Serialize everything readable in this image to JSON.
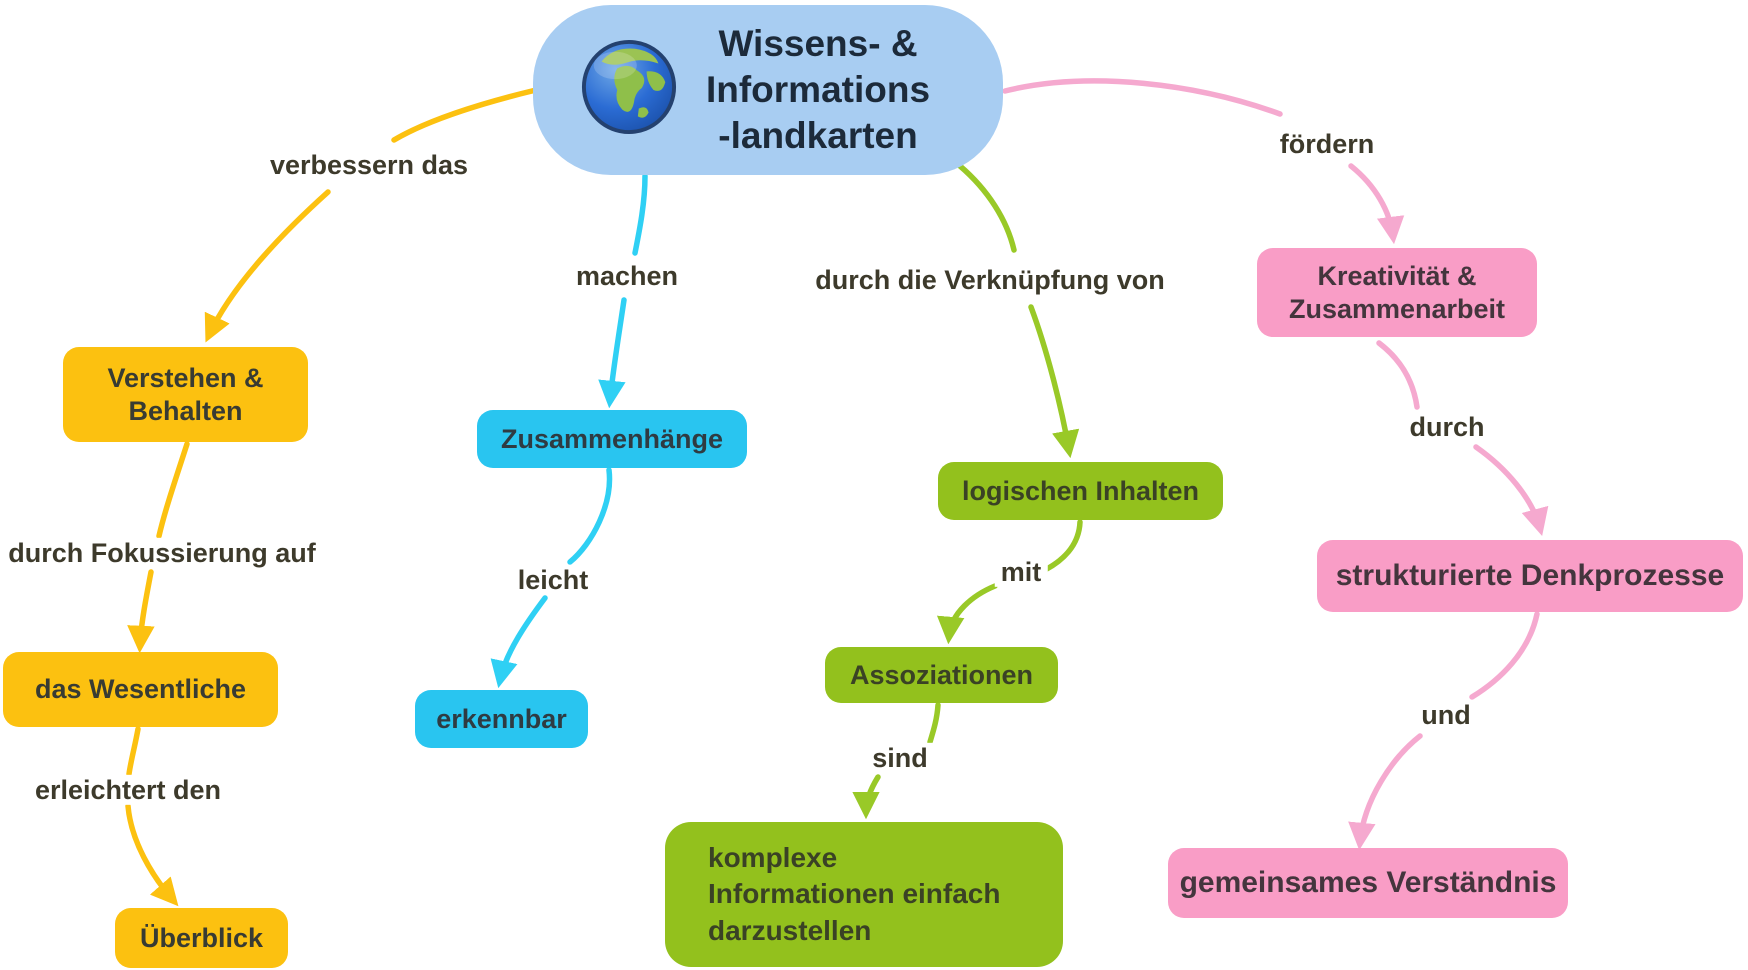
{
  "central": {
    "text": "Wissens- &\nInformations\n-landkarten",
    "icon": "globe-icon"
  },
  "nodes": {
    "verstehen": "Verstehen &\nBehalten",
    "wesentliche": "das Wesentliche",
    "ueberblick": "Überblick",
    "zusammenhaenge": "Zusammenhänge",
    "erkennbar": "erkennbar",
    "logischen": "logischen Inhalten",
    "assoziationen": "Assoziationen",
    "komplexe": "komplexe\nInformationen einfach\ndarzustellen",
    "kreativitaet": "Kreativität &\nZusammenarbeit",
    "strukturierte": "strukturierte Denkprozesse",
    "gemeinsames": "gemeinsames Verständnis"
  },
  "edge_labels": {
    "verbessern": "verbessern das",
    "machen": "machen",
    "verknuepfung": "durch die Verknüpfung von",
    "foerdern": "fördern",
    "fokussierung": "durch Fokussierung auf",
    "erleichtert": "erleichtert den",
    "leicht": "leicht",
    "mit": "mit",
    "sind": "sind",
    "durch": "durch",
    "und": "und"
  },
  "colors": {
    "central_bg": "#A8CDF2",
    "central_text": "#1C2A3A",
    "yellow_branch": "#FCC110",
    "cyan_branch": "#29C5F0",
    "cyan_line": "#2FD0F4",
    "green_branch": "#93C11D",
    "green_line": "#99C927",
    "pink_branch": "#F99DC6",
    "pink_line": "#F5A9CF",
    "box_text": "#383B33",
    "label_text": "#3D3A2B",
    "background": "#FFFFFF"
  }
}
